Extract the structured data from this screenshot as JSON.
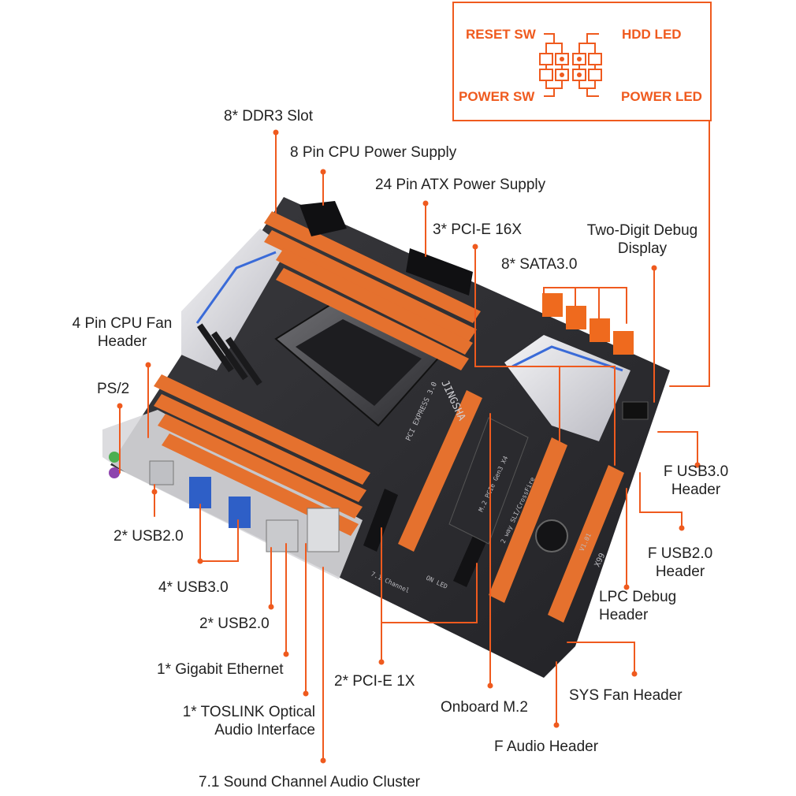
{
  "accent_color": "#ef5a1e",
  "board_marks": {
    "brand": "JINGSHA",
    "pcie_text": "PCI EXPRESS 3.0",
    "m2_text": "M.2 PCIe Gen3 X4",
    "sli_text": "2 way SLI/CrossFire",
    "model": "X99",
    "version": "V1.01",
    "audio_text": "7.1 Channel",
    "led_text": "ON LED"
  },
  "panel_labels": {
    "reset_sw": "RESET SW",
    "hdd_led": "HDD  LED",
    "power_sw": "POWER SW",
    "power_led": "POWER LED"
  },
  "labels": {
    "ddr3": "8* DDR3 Slot",
    "cpu_power": "8 Pin CPU Power Supply",
    "atx_power": "24 Pin ATX Power Supply",
    "pcie16": "3* PCI-E 16X",
    "debug_line1": "Two-Digit Debug",
    "debug_line2": "Display",
    "sata": "8* SATA3.0",
    "cpu_fan_line1": "4 Pin CPU Fan",
    "cpu_fan_line2": "Header",
    "ps2": "PS/2",
    "f_usb3_line1": "F USB3.0",
    "f_usb3_line2": "Header",
    "usb2_rear_a": "2* USB2.0",
    "f_usb2_line1": "F USB2.0",
    "f_usb2_line2": "Header",
    "usb3_rear": "4* USB3.0",
    "lpc_line1": "LPC Debug",
    "lpc_line2": "Header",
    "usb2_rear_b": "2* USB2.0",
    "ethernet": "1* Gigabit Ethernet",
    "pcie1": "2* PCI-E 1X",
    "sys_fan": "SYS Fan Header",
    "m2": "Onboard M.2",
    "toslink_line1": "1* TOSLINK Optical",
    "toslink_line2": "Audio Interface",
    "f_audio": "F Audio Header",
    "sound": "7.1 Sound Channel Audio Cluster"
  }
}
